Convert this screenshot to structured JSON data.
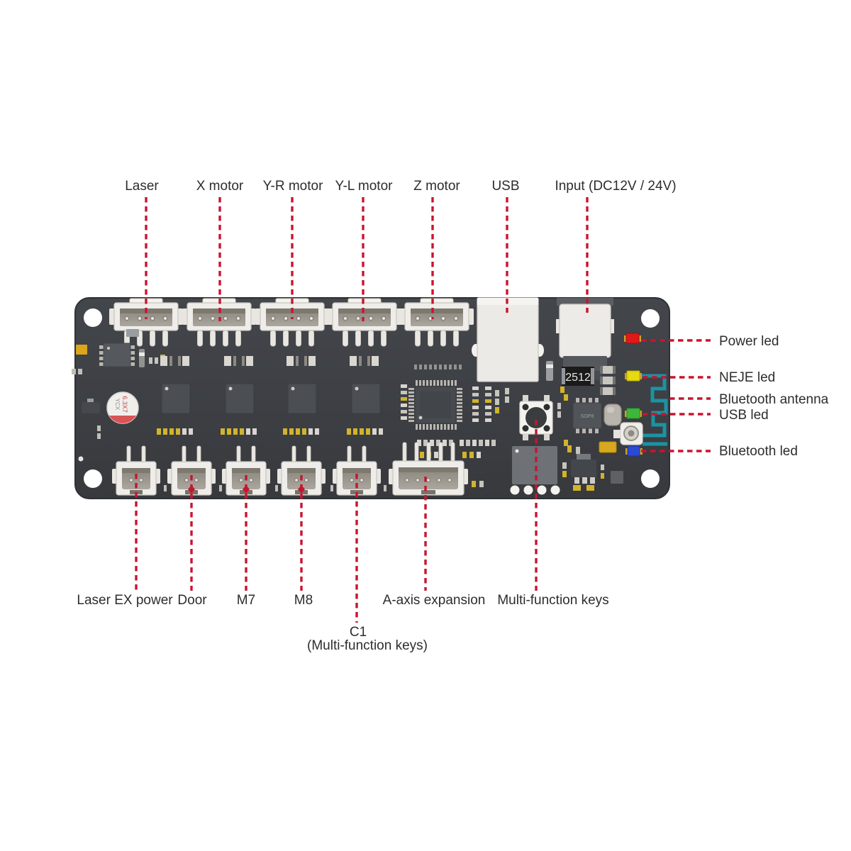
{
  "labels": {
    "top": [
      "Laser",
      "X motor",
      "Y-R motor",
      "Y-L motor",
      "Z motor",
      "USB",
      "Input (DC12V / 24V)"
    ],
    "bottom": [
      "Laser EX power",
      "Door",
      "M7",
      "M8",
      "A-axis expansion",
      "Multi-function keys"
    ],
    "bottom_sub": [
      "C1",
      "(Multi-function keys)"
    ],
    "right": [
      "Power led",
      "NEJE led",
      "Bluetooth antenna",
      "USB led",
      "Bluetooth led"
    ]
  },
  "board_markings": {
    "resistor": "2512",
    "ic": "SOP8",
    "capacitor_line1": "6.3X7",
    "capacitor_line2": "YCX"
  },
  "colors": {
    "leader_line": "#c9142f",
    "board": "#3c3f43",
    "led_power": "#e11818",
    "led_neje": "#e6da10",
    "led_usb": "#3bb83b",
    "led_bluetooth": "#2a49d5",
    "antenna_trace": "#1b93a4"
  }
}
